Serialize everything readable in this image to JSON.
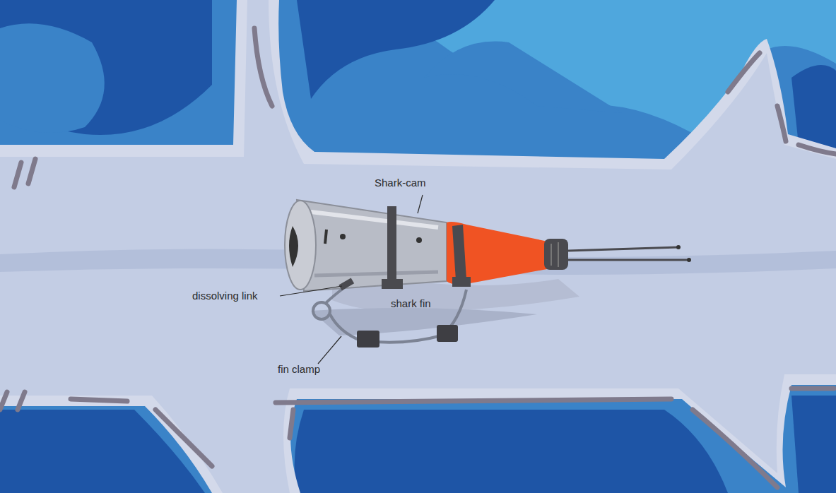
{
  "diagram": {
    "labels": [
      "Shark-cam",
      "dissolving link",
      "shark fin",
      "fin clamp"
    ]
  }
}
